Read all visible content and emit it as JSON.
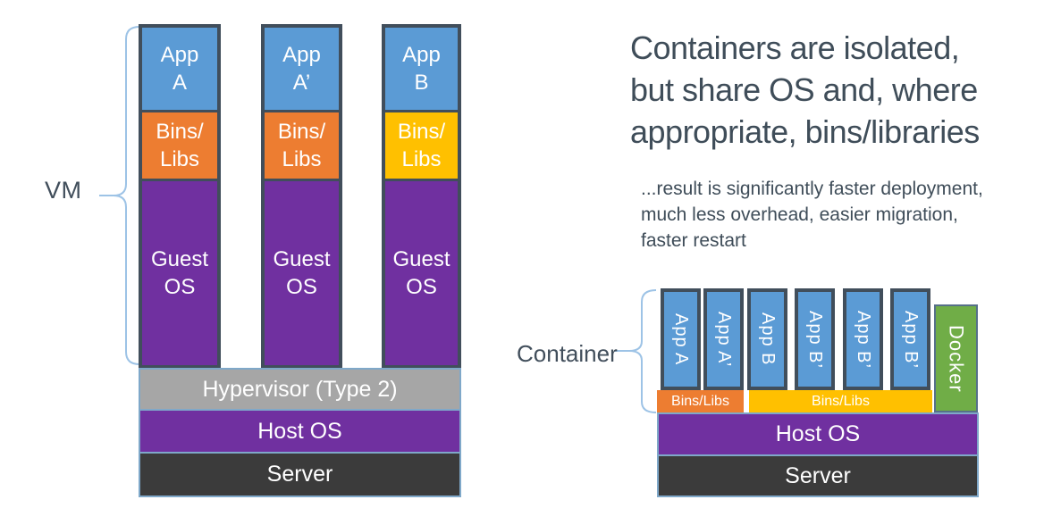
{
  "colors": {
    "blue": "#5B9BD5",
    "orange": "#ED7D31",
    "yellow": "#FFC000",
    "purple": "#7030A0",
    "gray": "#A6A6A6",
    "dark": "#3B3B3B",
    "green": "#70AD47",
    "slate": "#414E5B",
    "textc": "#3F4D59",
    "brace": "#9DC3E6",
    "boxborder": "#7FA8C9"
  },
  "left": {
    "brace_label": "VM",
    "columns": [
      {
        "app": "App\nA",
        "bins": "Bins/\nLibs",
        "os": "Guest\nOS"
      },
      {
        "app": "App\nA’",
        "bins": "Bins/\nLibs",
        "os": "Guest\nOS"
      },
      {
        "app": "App\nB",
        "bins": "Bins/\nLibs",
        "os": "Guest\nOS"
      }
    ],
    "hypervisor": "Hypervisor (Type 2)",
    "host_os": "Host OS",
    "server": "Server"
  },
  "right": {
    "heading": "Containers are isolated,\nbut share OS and, where\nappropriate, bins/libraries",
    "subtext": "...result is significantly faster deployment,\nmuch less overhead, easier migration,\nfaster restart",
    "brace_label": "Container",
    "containers": [
      "App A",
      "App A’",
      "App B",
      "App B’",
      "App B’",
      "App B’"
    ],
    "docker_label": "Docker",
    "bins_shared_a": "Bins/Libs",
    "bins_shared_b": "Bins/Libs",
    "host_os": "Host OS",
    "server": "Server"
  }
}
